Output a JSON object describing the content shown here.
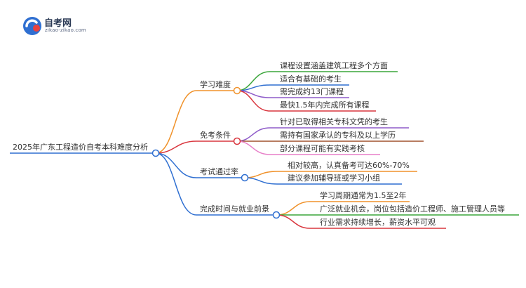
{
  "logo": {
    "title": "自考网",
    "subtitle": "zikao-zikao.com"
  },
  "mindmap": {
    "root": "2025年广东工程造价自考本科难度分析",
    "branches": [
      {
        "label": "学习难度",
        "color": "#f0922b",
        "children": [
          {
            "label": "课程设置涵盖建筑工程多个方面",
            "color": "#3aa53a"
          },
          {
            "label": "适合有基础的考生",
            "color": "#2f6fd1"
          },
          {
            "label": "需完成约13门课程",
            "color": "#8e5bc9"
          },
          {
            "label": "最快1.5年内完成所有课程",
            "color": "#d9363e"
          }
        ]
      },
      {
        "label": "免考条件",
        "color": "#d9363e",
        "children": [
          {
            "label": "针对已取得相关专科文凭的考生",
            "color": "#8e5bc9"
          },
          {
            "label": "需持有国家承认的专科及以上学历",
            "color": "#a0522d"
          },
          {
            "label": "部分课程可能有实践考核",
            "color": "#e77fc8"
          }
        ]
      },
      {
        "label": "考试通过率",
        "color": "#2f6fd1",
        "children": [
          {
            "label": "相对较高，认真备考可达60%-70%",
            "color": "#f0922b"
          },
          {
            "label": "建议参加辅导班或学习小组",
            "color": "#2f6fd1"
          }
        ]
      },
      {
        "label": "完成时间与就业前景",
        "color": "#2f6fd1",
        "children": [
          {
            "label": "学习周期通常为1.5至2年",
            "color": "#f0922b"
          },
          {
            "label": "广泛就业机会，岗位包括造价工程师、施工管理人员等",
            "color": "#3aa53a"
          },
          {
            "label": "行业需求持续增长，薪资水平可观",
            "color": "#d9363e"
          }
        ]
      }
    ]
  }
}
